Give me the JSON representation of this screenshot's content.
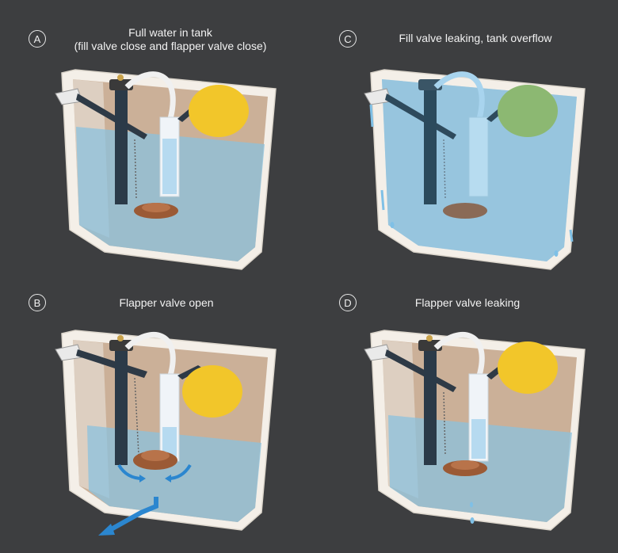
{
  "panels": [
    {
      "id": "A",
      "letter": "A",
      "title": "Full water in tank",
      "subtitle": "(fill valve close and flapper valve close)",
      "float_color": "#f2c62a",
      "state": "full"
    },
    {
      "id": "C",
      "letter": "C",
      "title": "Fill valve leaking, tank overflow",
      "subtitle": "",
      "float_color": "#8cb872",
      "state": "overflow"
    },
    {
      "id": "B",
      "letter": "B",
      "title": "Flapper valve open",
      "subtitle": "",
      "float_color": "#f2c62a",
      "state": "draining"
    },
    {
      "id": "D",
      "letter": "D",
      "title": "Flapper valve leaking",
      "subtitle": "",
      "float_color": "#f2c62a",
      "state": "leaking"
    }
  ],
  "colors": {
    "background": "#3d3e40",
    "tank_shell": "#f4efe8",
    "tank_inner": "#c3a48a",
    "water": "#8bc1de",
    "flush_arrow": "#2b86cf"
  }
}
